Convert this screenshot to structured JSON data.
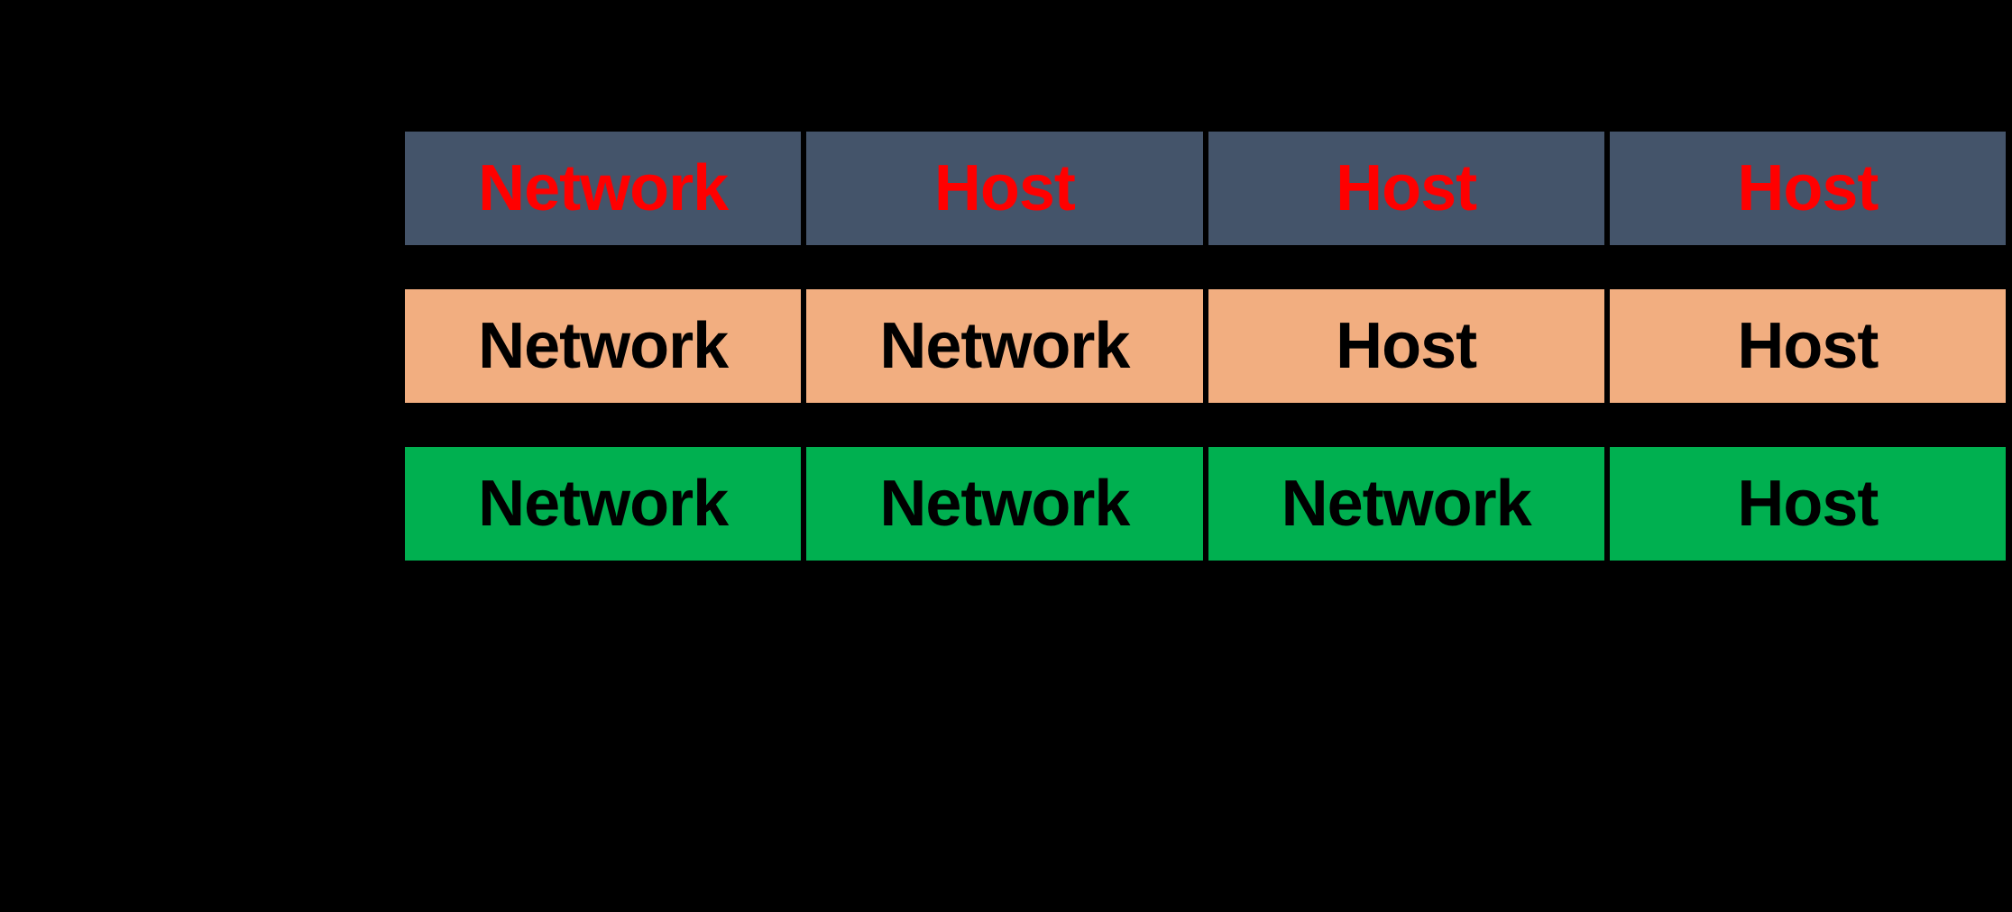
{
  "canvas": {
    "background_color": "#000000"
  },
  "grid": {
    "divider_color": "#000000",
    "rows": [
      {
        "bg": "#44546A",
        "text_color": "#FF0000",
        "cells": [
          "Network",
          "Host",
          "Host",
          "Host"
        ]
      },
      {
        "bg": "#F2AE80",
        "text_color": "#000000",
        "cells": [
          "Network",
          "Network",
          "Host",
          "Host"
        ]
      },
      {
        "bg": "#00B050",
        "text_color": "#000000",
        "cells": [
          "Network",
          "Network",
          "Network",
          "Host"
        ]
      }
    ]
  }
}
